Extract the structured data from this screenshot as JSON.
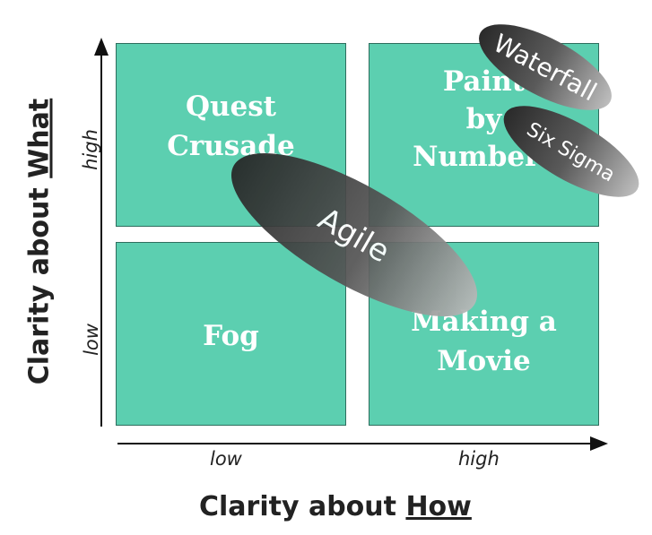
{
  "quadrants": {
    "top_left": "Quest\nCrusade",
    "top_right": "Paint\nby\nNumbers",
    "bottom_left": "Fog",
    "bottom_right": "Making a\nMovie"
  },
  "approaches": {
    "waterfall": "Waterfall",
    "six_sigma": "Six Sigma",
    "agile": "Agile"
  },
  "x_axis": {
    "title_prefix": "Clarity about ",
    "title_emph": "How",
    "low": "low",
    "high": "high"
  },
  "y_axis": {
    "title_prefix": "Clarity about ",
    "title_emph": "What",
    "low": "low",
    "high": "high"
  },
  "colors": {
    "quadrant_fill": "#5ccfb0",
    "quadrant_text": "#ffffff",
    "ellipse_dark": "#2f2f2f",
    "ellipse_light": "#a8a8a8"
  }
}
